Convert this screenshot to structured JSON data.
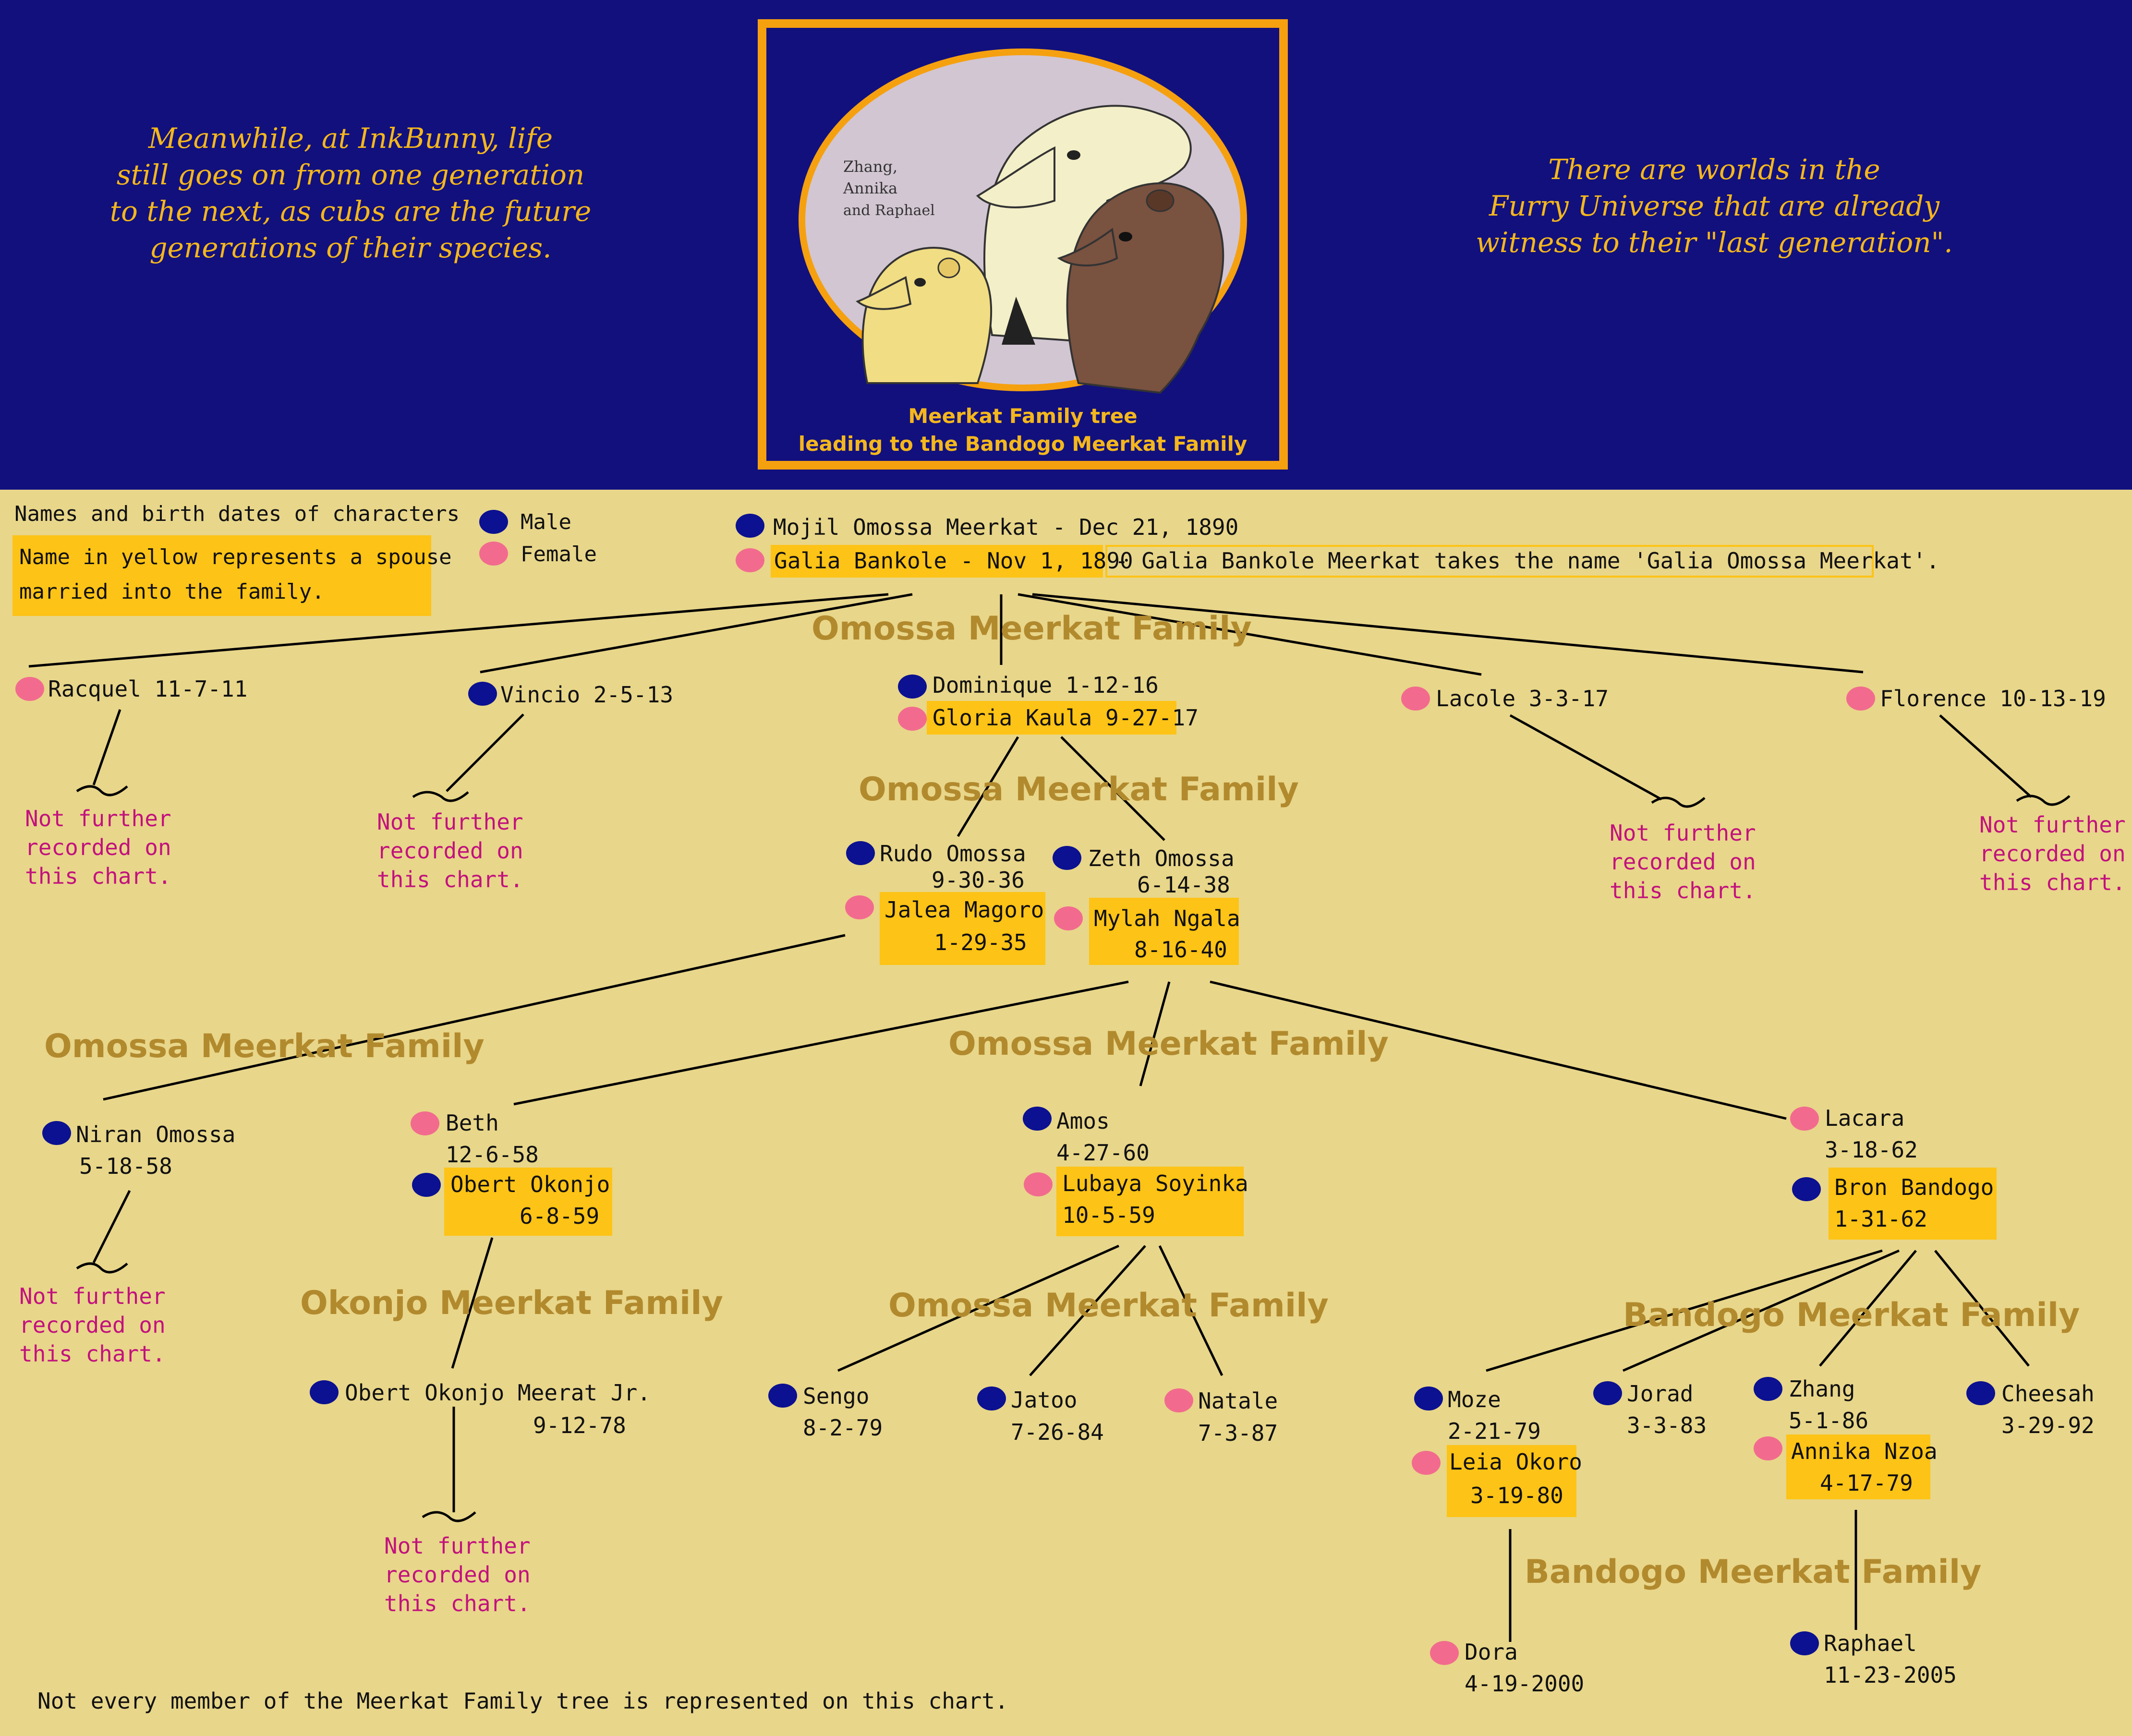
{
  "header": {
    "left_quote": [
      "Meanwhile, at InkBunny, life",
      "still goes on from one generation",
      "to the next, as cubs are the future",
      "generations of their species."
    ],
    "right_quote": [
      "There are worlds in the",
      "Furry Universe that are already",
      "witness to their \"last generation\"."
    ],
    "portrait_label": [
      "Zhang,",
      "Annika",
      "and Raphael"
    ],
    "caption": [
      "Meerkat Family tree",
      "leading to the Bandogo Meerkat Family"
    ]
  },
  "legend": {
    "title": "Names and birth dates of characters",
    "spouse_note": [
      "Name in yellow represents a spouse",
      "married into the family."
    ],
    "male": "Male",
    "female": "Female"
  },
  "colors": {
    "male": "#0b1190",
    "female": "#f26b8e",
    "spouse": "#fdc316",
    "family_label": "#b28a2e",
    "not_recorded": "#c2127d",
    "header_bg": "#12107d"
  },
  "founders": {
    "mojil": "Mojil Omossa Meerkat - Dec 21, 1890",
    "galia": "Galia Bankole - Nov 1, 1890",
    "note": "- Galia Bankole Meerkat takes the name 'Galia Omossa Meerkat'."
  },
  "family_labels": {
    "g1": "Omossa Meerkat Family",
    "g2": "Omossa Meerkat Family",
    "g3_left": "Omossa Meerkat Family",
    "g3_mid": "Omossa Meerkat Family",
    "okonjo": "Okonjo Meerkat Family",
    "g4_omossa": "Omossa Meerkat Family",
    "g4_bandogo": "Bandogo Meerkat Family",
    "g5_bandogo": "Bandogo Meerkat Family"
  },
  "people": {
    "racquel": "Racquel 11-7-11",
    "vincio": "Vincio 2-5-13",
    "dominique": "Dominique 1-12-16",
    "gloria": "Gloria Kaula 9-27-17",
    "lacole": "Lacole 3-3-17",
    "florence": "Florence 10-13-19",
    "rudo": [
      "Rudo Omossa",
      "9-30-36"
    ],
    "jalea": [
      "Jalea Magoro",
      "1-29-35"
    ],
    "zeth": [
      "Zeth Omossa",
      "6-14-38"
    ],
    "mylah": [
      "Mylah Ngala",
      "8-16-40"
    ],
    "niran": [
      "Niran Omossa",
      "5-18-58"
    ],
    "beth": [
      "Beth",
      "12-6-58"
    ],
    "obert": [
      "Obert Okonjo",
      "6-8-59"
    ],
    "amos": [
      "Amos",
      "4-27-60"
    ],
    "lubaya": [
      "Lubaya Soyinka",
      "10-5-59"
    ],
    "lacara": [
      "Lacara",
      "3-18-62"
    ],
    "bron": [
      "Bron Bandogo",
      "1-31-62"
    ],
    "obert_jr": [
      "Obert Okonjo Meerat Jr.",
      "9-12-78"
    ],
    "sengo": [
      "Sengo",
      "8-2-79"
    ],
    "jatoo": [
      "Jatoo",
      "7-26-84"
    ],
    "natale": [
      "Natale",
      "7-3-87"
    ],
    "moze": [
      "Moze",
      "2-21-79"
    ],
    "leia": [
      "Leia Okoro",
      "3-19-80"
    ],
    "jorad": [
      "Jorad",
      "3-3-83"
    ],
    "zhang": [
      "Zhang",
      "5-1-86"
    ],
    "annika": [
      "Annika Nzoa",
      "4-17-79"
    ],
    "cheesah": [
      "Cheesah",
      "3-29-92"
    ],
    "dora": [
      "Dora",
      "4-19-2000"
    ],
    "raphael": [
      "Raphael",
      "11-23-2005"
    ]
  },
  "not_recorded": "Not further\nrecorded on\nthis chart.",
  "footer": "Not every member of the Meerkat Family tree is represented on this chart."
}
